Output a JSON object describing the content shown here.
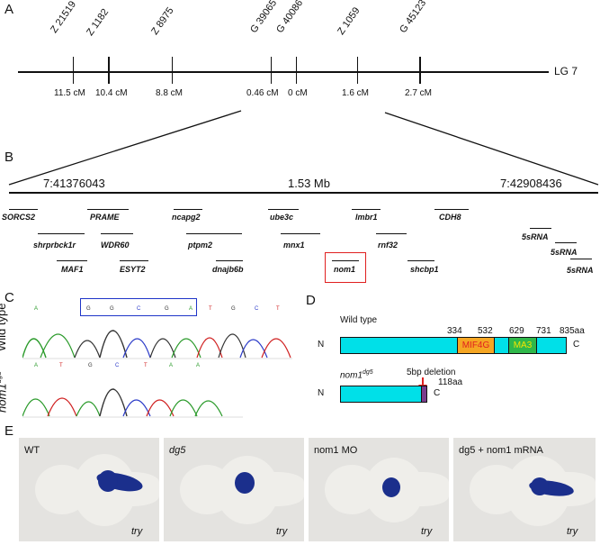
{
  "panels": {
    "a": "A",
    "b": "B",
    "c": "C",
    "d": "D",
    "e": "E"
  },
  "panel_a": {
    "linkage_group": "LG 7",
    "markers": [
      "Z 21519",
      "Z 1182",
      "Z 8975",
      "G 39065",
      "G 40086",
      "Z 1059",
      "G 45123"
    ],
    "distances": [
      "11.5 cM",
      "10.4 cM",
      "8.8 cM",
      "0.46 cM",
      "0 cM",
      "1.6 cM",
      "2.7 cM"
    ]
  },
  "panel_b": {
    "start": "7:41376043",
    "length": "1.53 Mb",
    "end": "7:42908436",
    "genes": [
      "SORCS2",
      "PRAME",
      "ncapg2",
      "ube3c",
      "lmbr1",
      "CDH8",
      "shrprbck1r",
      "WDR60",
      "ptpm2",
      "mnx1",
      "rnf32",
      "MAF1",
      "ESYT2",
      "dnajb6b",
      "nom1",
      "shcbp1",
      "5sRNA",
      "5sRNA",
      "5sRNA"
    ],
    "highlighted_gene": "nom1"
  },
  "panel_c": {
    "wild_type_label": "Wild type",
    "mutant_label": "nom1",
    "mutant_sup": "dg5",
    "wt_bases": [
      "A",
      "G",
      "G",
      "C",
      "G",
      "A",
      "T",
      "G",
      "C",
      "T"
    ],
    "mut_bases": [
      "A",
      "T",
      "G",
      "C",
      "T",
      "A",
      "A"
    ]
  },
  "panel_d": {
    "wt_label": "Wild  type",
    "positions": [
      "334",
      "532",
      "629",
      "731",
      "835aa"
    ],
    "domain1": "MIF4G",
    "domain2": "MA3",
    "n_label": "N",
    "c_label": "C",
    "mut_label": "nom1",
    "mut_sup": "dg5",
    "deletion": "5bp deletion",
    "mut_length": "118aa"
  },
  "panel_e": {
    "labels": [
      "WT",
      "dg5",
      "nom1 MO",
      "dg5 + nom1 mRNA"
    ],
    "marker": "try"
  },
  "colors": {
    "protein": "#00e0e8",
    "domain_mif4g": "#f5a623",
    "domain_ma3": "#2fb84a",
    "stain": "#1b2f8c",
    "highlight_box": "#e02020",
    "seq_box": "#1f35c8"
  }
}
